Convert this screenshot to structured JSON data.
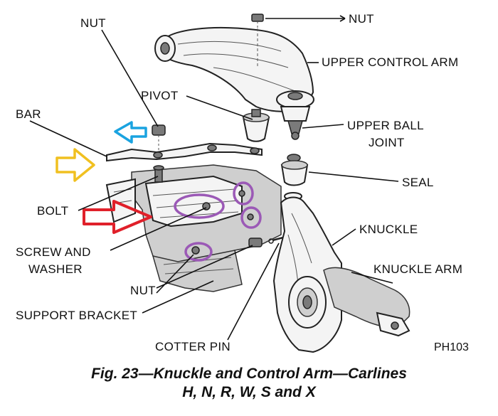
{
  "labels": {
    "nut_top_left": "NUT",
    "nut_top_right": "NUT",
    "upper_control_arm": "UPPER CONTROL ARM",
    "pivot": "PIVOT",
    "bar": "BAR",
    "upper_ball_joint_1": "UPPER BALL",
    "upper_ball_joint_2": "JOINT",
    "seal": "SEAL",
    "bolt": "BOLT",
    "knuckle": "KNUCKLE",
    "screw_washer_1": "SCREW AND",
    "screw_washer_2": "WASHER",
    "knuckle_arm": "KNUCKLE ARM",
    "nut_bottom": "NUT",
    "support_bracket": "SUPPORT BRACKET",
    "cotter_pin": "COTTER PIN",
    "code": "PH103"
  },
  "caption": {
    "line1": "Fig. 23—Knuckle and Control Arm—Carlines",
    "line2": "H, N, R, W, S and X"
  },
  "colors": {
    "blue_arrow": "#1aa3e0",
    "yellow_arrow": "#f0c020",
    "red_arrow": "#e0202a",
    "purple_circle": "#9b59b6"
  }
}
